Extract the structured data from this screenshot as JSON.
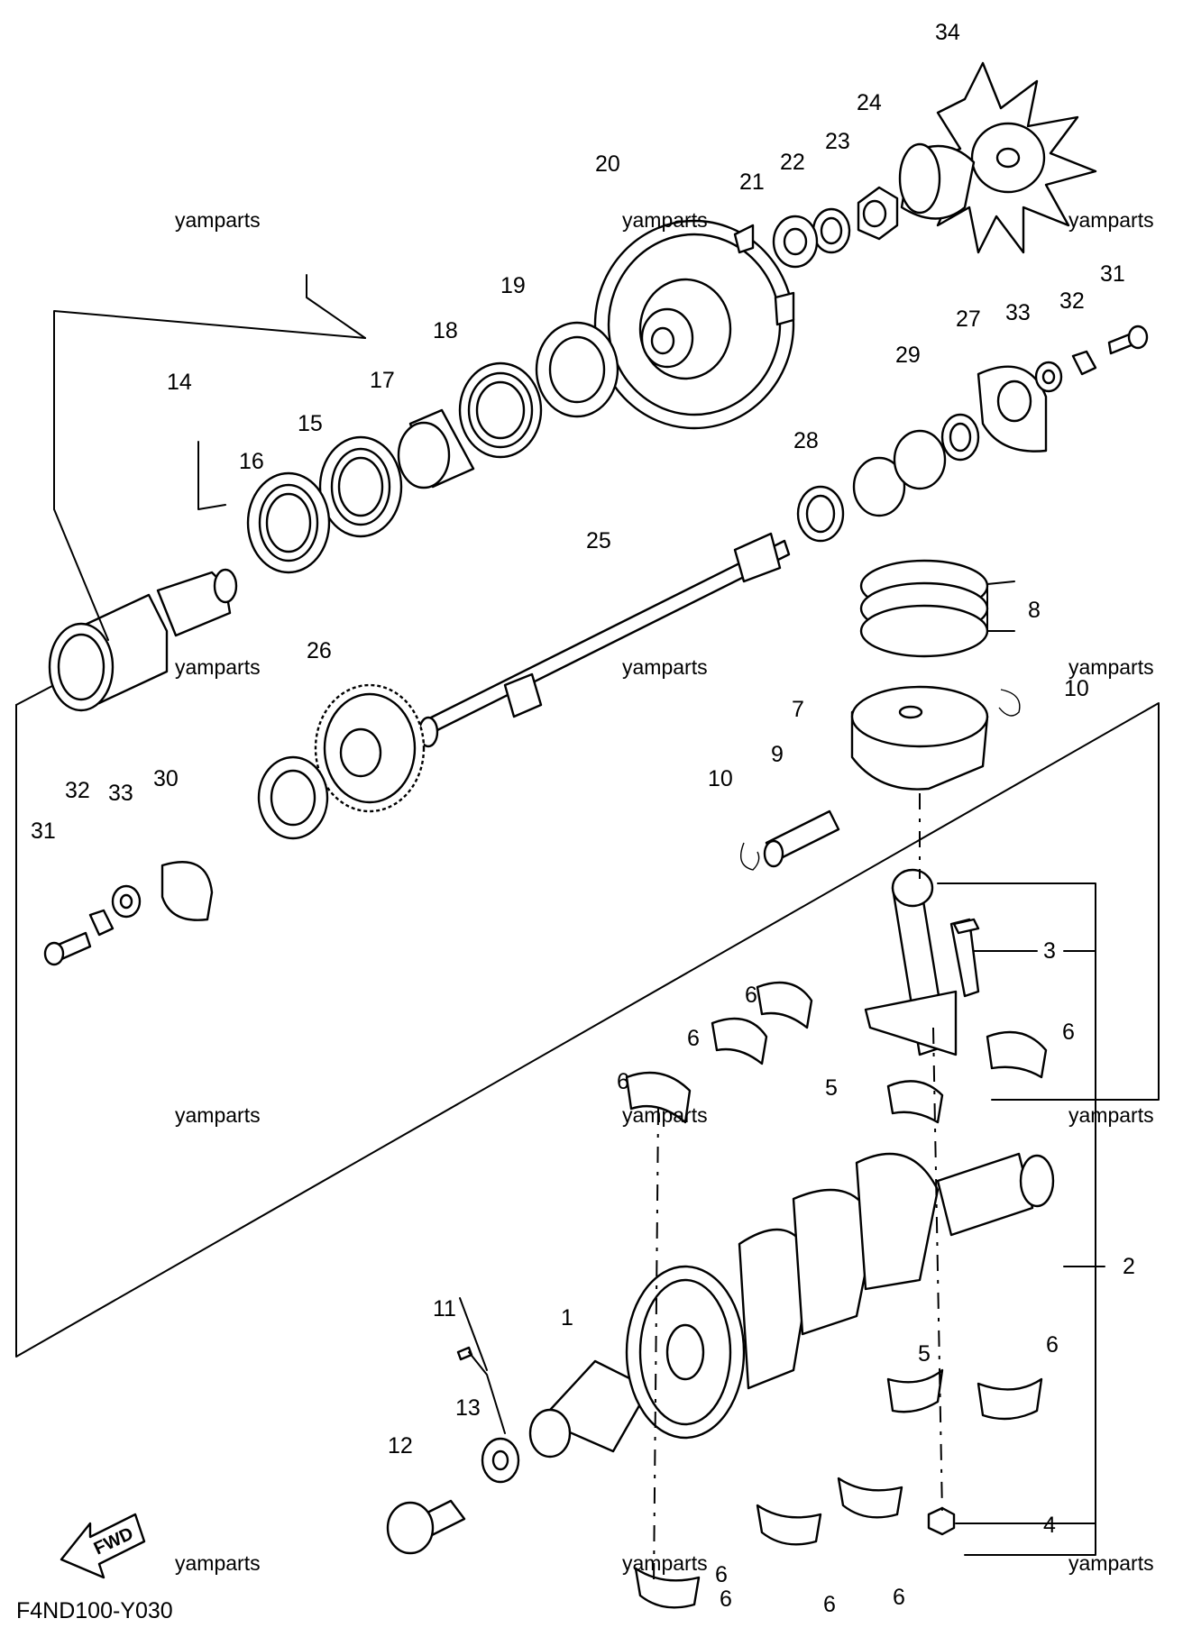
{
  "diagram_code": "F4ND100-Y030",
  "fwd_label": "FWD",
  "watermark": "yamparts",
  "callouts": {
    "c1": "1",
    "c2": "2",
    "c3": "3",
    "c4": "4",
    "c5a": "5",
    "c5b": "5",
    "c6a": "6",
    "c6b": "6",
    "c6c": "6",
    "c6d": "6",
    "c6e": "6",
    "c6f": "6",
    "c6g": "6",
    "c6h": "6",
    "c6i": "6",
    "c7": "7",
    "c8": "8",
    "c9": "9",
    "c10a": "10",
    "c10b": "10",
    "c11": "11",
    "c12": "12",
    "c13": "13",
    "c14": "14",
    "c15": "15",
    "c16": "16",
    "c17": "17",
    "c18": "18",
    "c19": "19",
    "c20": "20",
    "c21": "21",
    "c22": "22",
    "c23": "23",
    "c24": "24",
    "c25": "25",
    "c26": "26",
    "c27": "27",
    "c28": "28",
    "c29": "29",
    "c30": "30",
    "c31a": "31",
    "c31b": "31",
    "c32a": "32",
    "c32b": "32",
    "c33a": "33",
    "c33b": "33",
    "c34": "34"
  }
}
